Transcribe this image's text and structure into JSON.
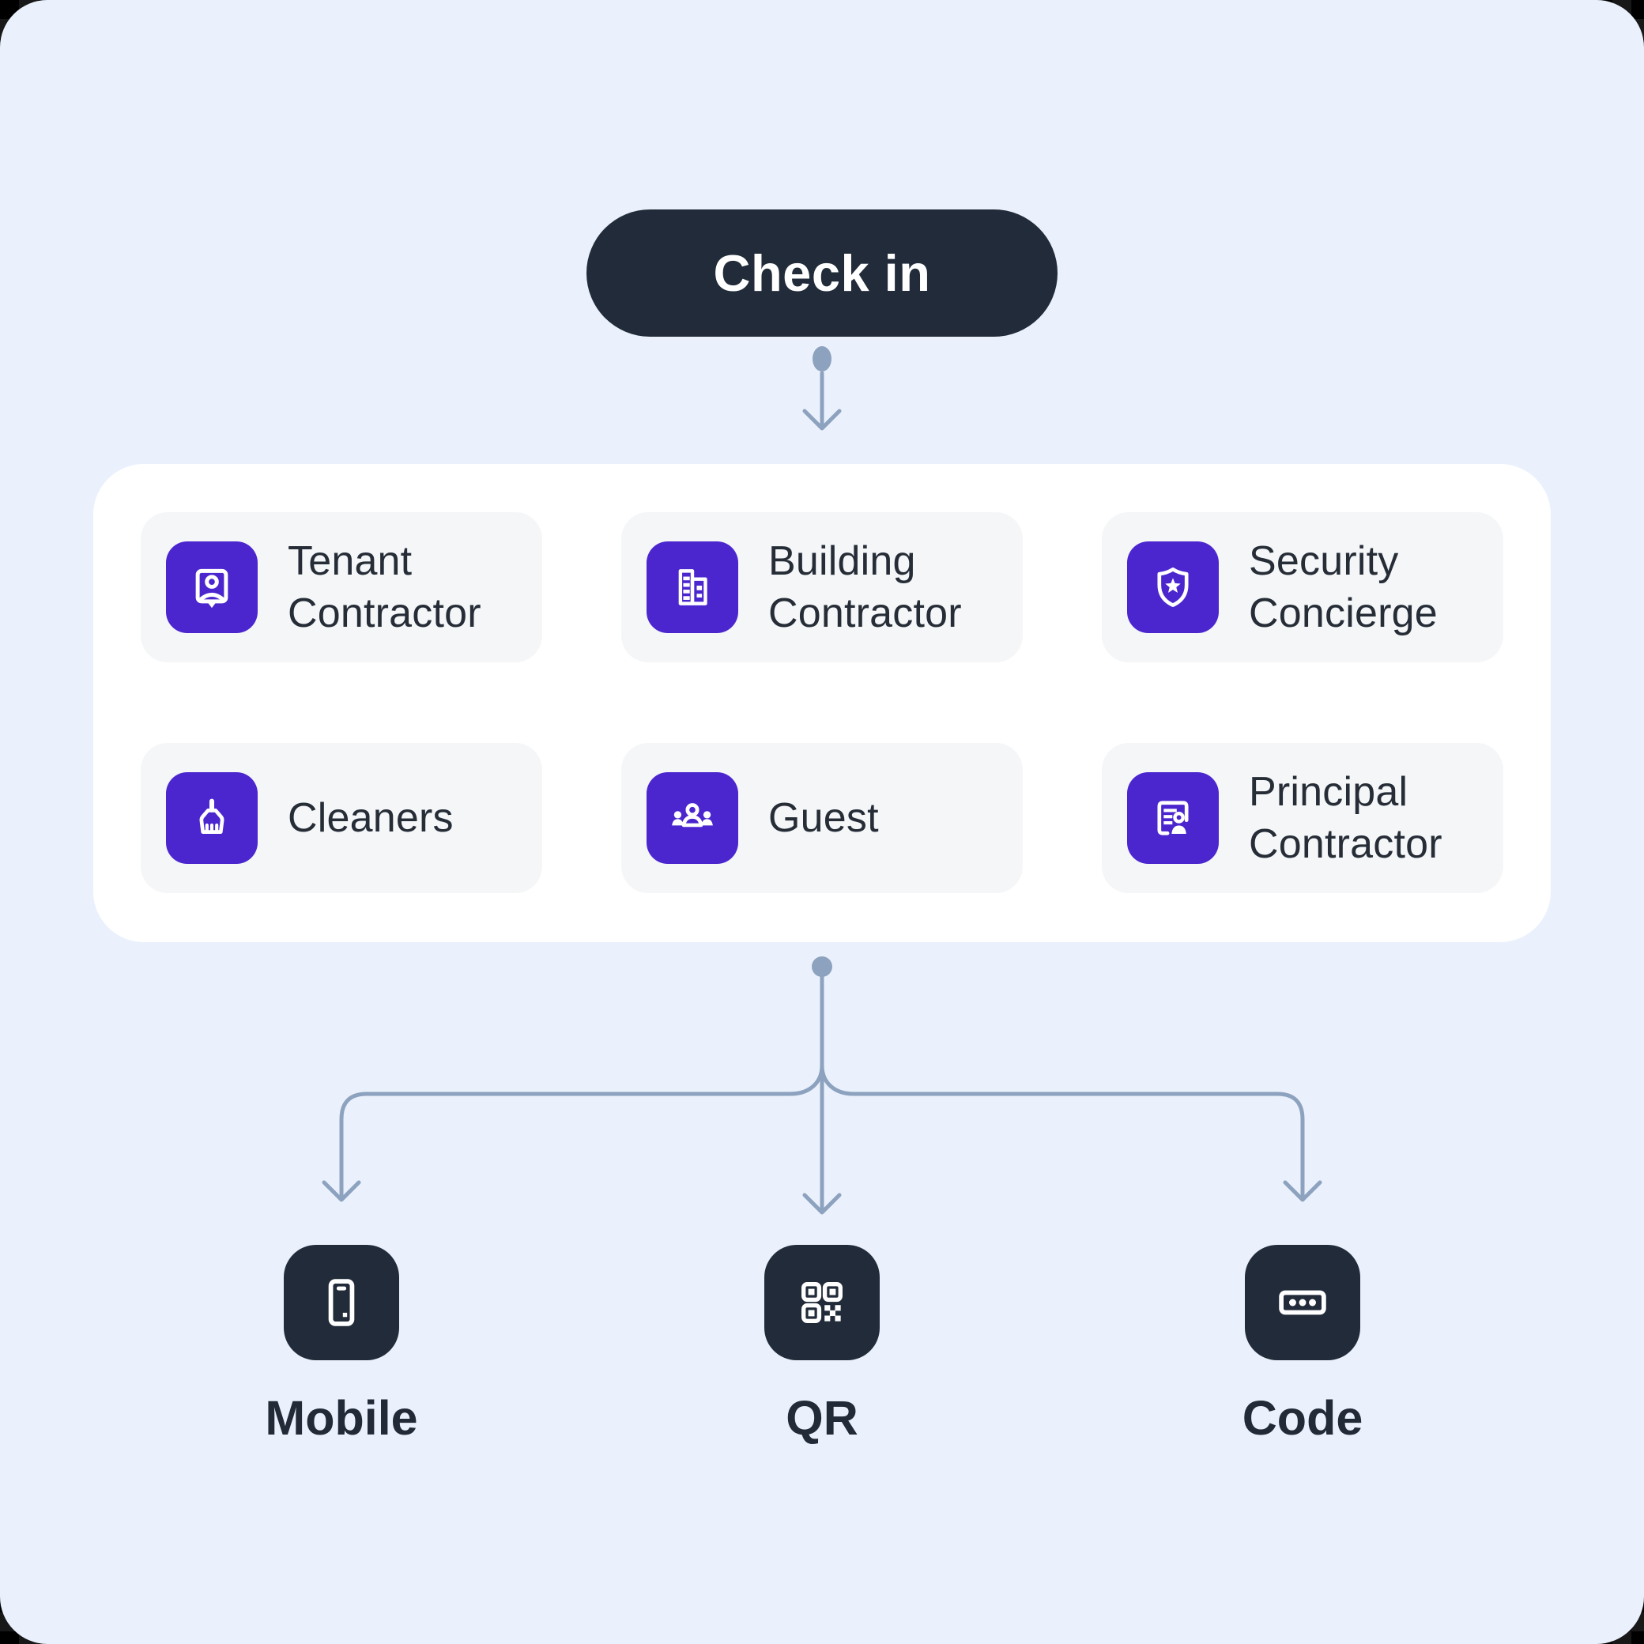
{
  "root_node": {
    "label": "Check in"
  },
  "panel": {
    "cards": [
      {
        "label": "Tenant Contractor",
        "icon": "badge-person-icon"
      },
      {
        "label": "Building Contractor",
        "icon": "building-icon"
      },
      {
        "label": "Security Concierge",
        "icon": "shield-star-icon"
      },
      {
        "label": "Cleaners",
        "icon": "broom-icon"
      },
      {
        "label": "Guest",
        "icon": "people-group-icon"
      },
      {
        "label": "Principal Contractor",
        "icon": "contact-document-icon"
      }
    ]
  },
  "methods": [
    {
      "label": "Mobile",
      "icon": "smartphone-icon"
    },
    {
      "label": "QR",
      "icon": "qr-code-icon"
    },
    {
      "label": "Code",
      "icon": "passcode-icon"
    }
  ],
  "colors": {
    "background": "#EAF1FC",
    "panel": "#FFFFFF",
    "card": "#F4F6F8",
    "accent_purple": "#4B26CF",
    "dark_navy": "#212B39",
    "connector": "#8CA2BE",
    "text_dark": "#262D37",
    "text_on_dark": "#FFFFFF"
  }
}
